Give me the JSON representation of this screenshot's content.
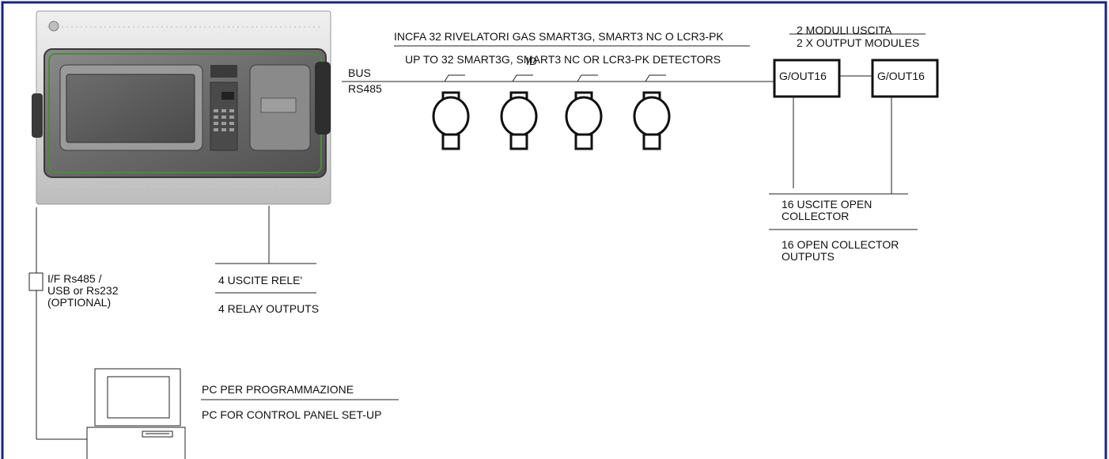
{
  "bus": {
    "line1": "BUS",
    "line2": "RS485"
  },
  "detectors": {
    "heading_it": "INCFA 32 RIVELATORI GAS  SMART3G, SMART3 NC O LCR3-PK",
    "heading_en": "UP TO 32 SMART3G, SMART3 NC OR LCR3-PK DETECTORS",
    "id_label": "ID",
    "count": 4
  },
  "output_modules": {
    "heading_it": "2 MODULI USCITA",
    "heading_en": "2 X OUTPUT MODULES",
    "modules": [
      {
        "label": "G/OUT16"
      },
      {
        "label": "G/OUT16"
      }
    ]
  },
  "open_collector": {
    "label_it": "16 USCITE OPEN\nCOLLECTOR",
    "label_en": "16 OPEN COLLECTOR\nOUTPUTS"
  },
  "relay": {
    "label_it": "4 USCITE RELE'",
    "label_en": "4 RELAY OUTPUTS"
  },
  "interface": {
    "label": "I/F Rs485 /\nUSB or Rs232\n(OPTIONAL)"
  },
  "pc": {
    "label_it": "PC  PER PROGRAMMAZIONE",
    "label_en": "PC FOR CONTROL PANEL SET-UP"
  },
  "colors": {
    "frame": "#1a237e",
    "line": "#222222",
    "panel_body": "#dcdcdc",
    "panel_screen": "#5a5a5a",
    "panel_edge_green": "#4c8a3c"
  }
}
